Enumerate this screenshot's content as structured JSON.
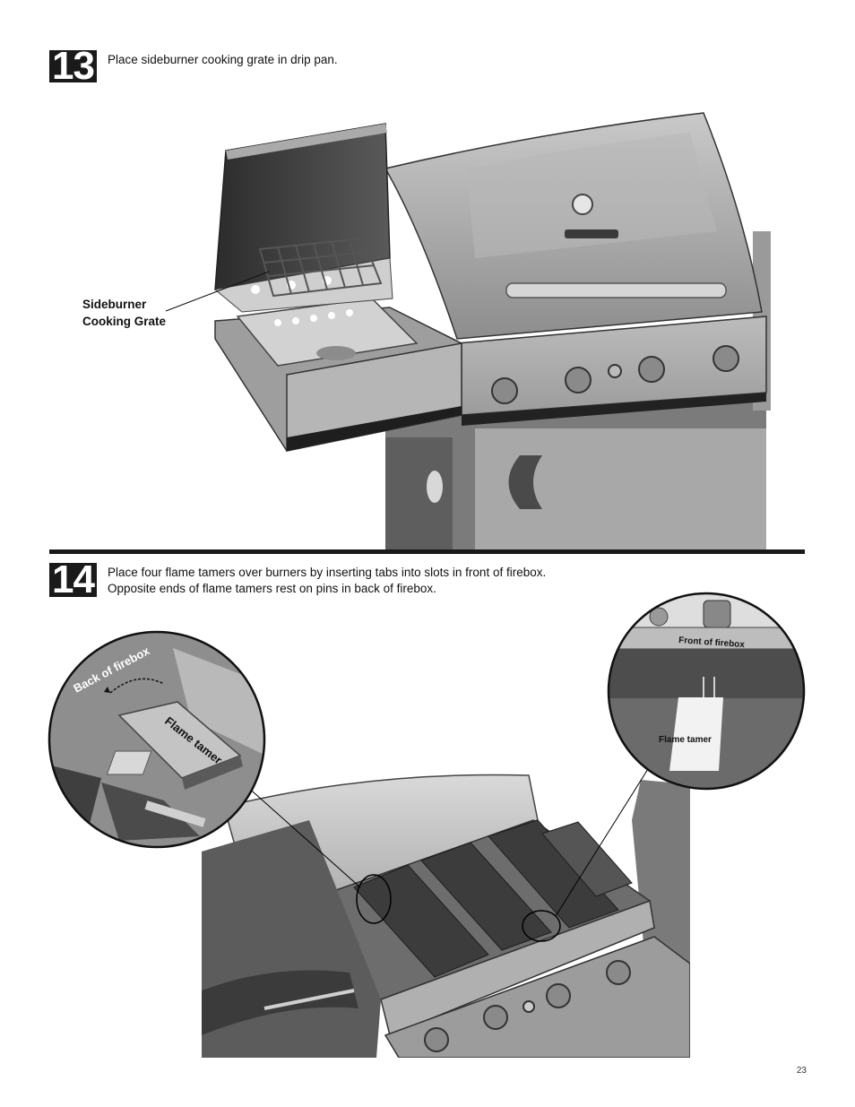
{
  "steps": [
    {
      "number": "13",
      "text": "Place sideburner cooking grate in drip pan."
    },
    {
      "number": "14",
      "text": "Place four flame tamers over burners by inserting tabs into slots in front of firebox. Opposite ends of flame tamers rest on pins in back of firebox."
    }
  ],
  "figure13": {
    "callout_line1": "Sideburner",
    "callout_line2": "Cooking Grate"
  },
  "figure14": {
    "left_inset_label_back": "Back of firebox",
    "left_inset_label_tamer": "Flame tamer",
    "right_inset_label_front": "Front of firebox",
    "right_inset_label_tamer": "Flame tamer"
  },
  "page_number": "23"
}
